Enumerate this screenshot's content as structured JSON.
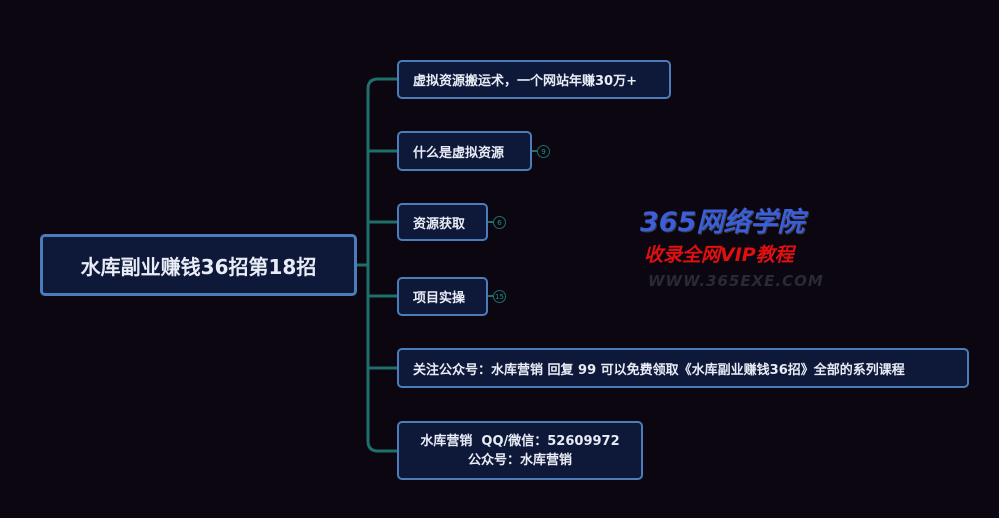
{
  "root": {
    "label": "水库副业赚钱36招第18招"
  },
  "branches": [
    {
      "label": "虚拟资源搬运术，一个网站年赚30万+"
    },
    {
      "label": "什么是虚拟资源",
      "count": "9"
    },
    {
      "label": "资源获取",
      "count": "6"
    },
    {
      "label": "项目实操",
      "count": "15"
    },
    {
      "label": "关注公众号：水库营销 回复 99 可以免费领取《水库副业赚钱36招》全部的系列课程"
    },
    {
      "line1": "水库营销  QQ/微信：52609972",
      "line2": "公众号：水库营销"
    }
  ],
  "watermark": {
    "line1": "365网络学院",
    "line2": "收录全网VIP教程",
    "line3": "WWW.365EXE.COM"
  },
  "colors": {
    "connector": "#1f6f6b",
    "node_border": "#4d7cba",
    "node_fill": "#0e1838",
    "watermark_blue": "#3a5fd8",
    "watermark_red": "#e01010"
  }
}
